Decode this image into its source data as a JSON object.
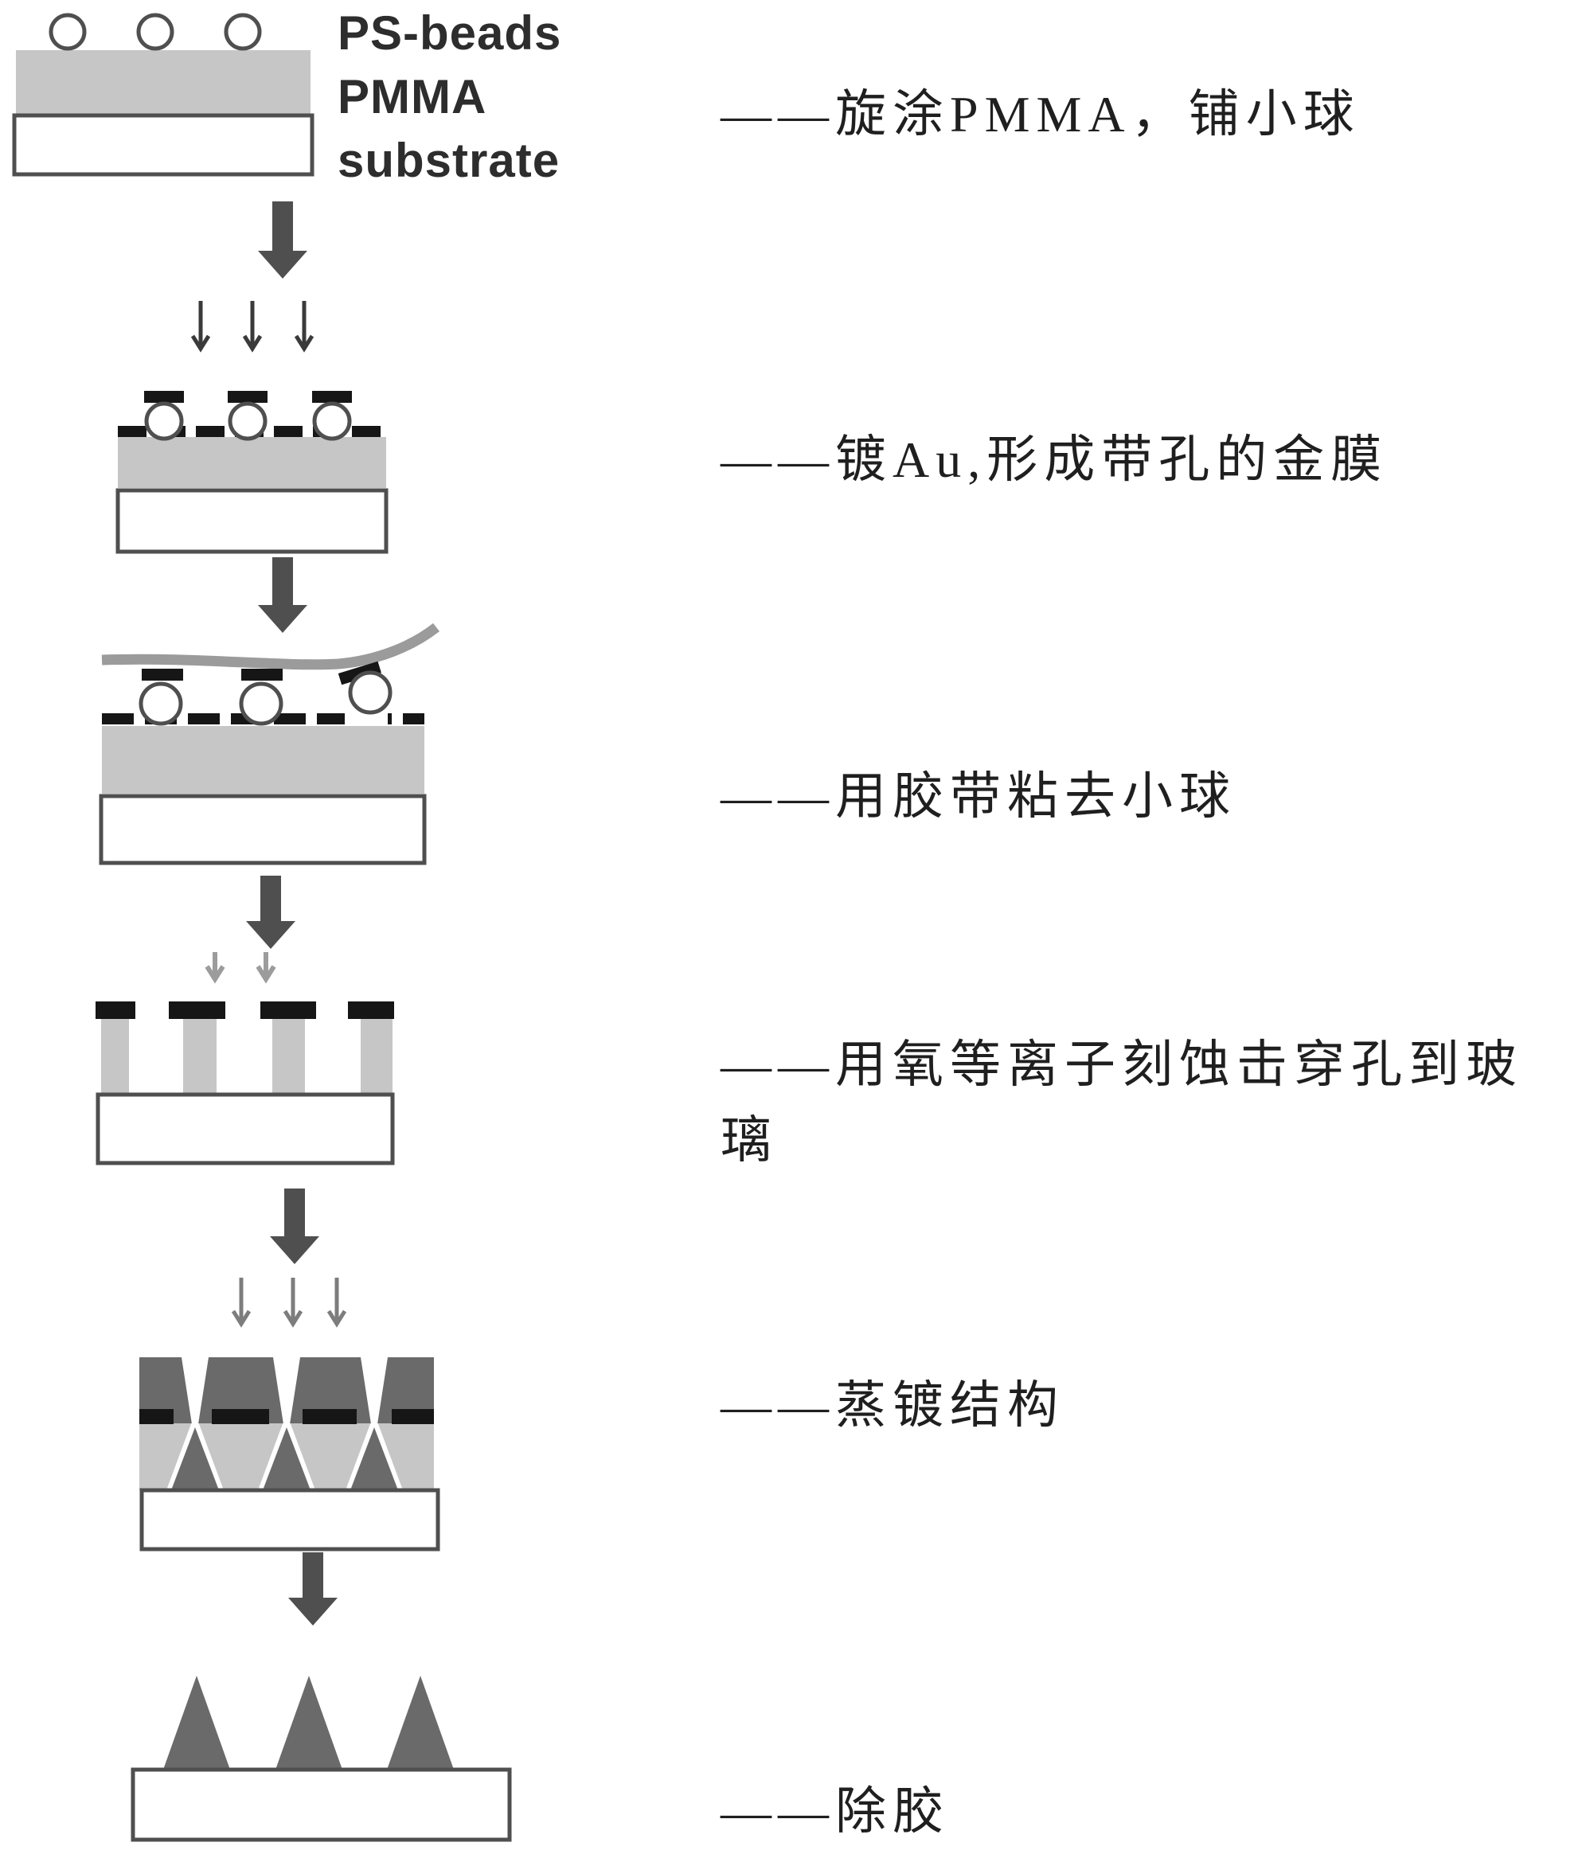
{
  "diagram": {
    "stage1_materials": {
      "beads": "PS-beads",
      "film": "PMMA",
      "base": "substrate"
    },
    "steps": [
      {
        "label": "——旋涂PMMA，铺小球"
      },
      {
        "label": "——镀Au,形成带孔的金膜"
      },
      {
        "label": "——用胶带粘去小球"
      },
      {
        "label": "——用氧等离子刻蚀击穿孔到玻璃"
      },
      {
        "label": "——蒸镀结构"
      },
      {
        "label": "——除胶"
      }
    ],
    "colors": {
      "pmma_gray": "#c6c6c6",
      "gold_film_black": "#161616",
      "structure_dark_gray": "#6a6a6a",
      "arrow_dark": "#4f4f4f",
      "arrow_light": "#9c9c9c",
      "tape_gray": "#9b9b9b",
      "outline_gray": "#4f4f4f",
      "text_color": "#1f1f1f"
    }
  }
}
